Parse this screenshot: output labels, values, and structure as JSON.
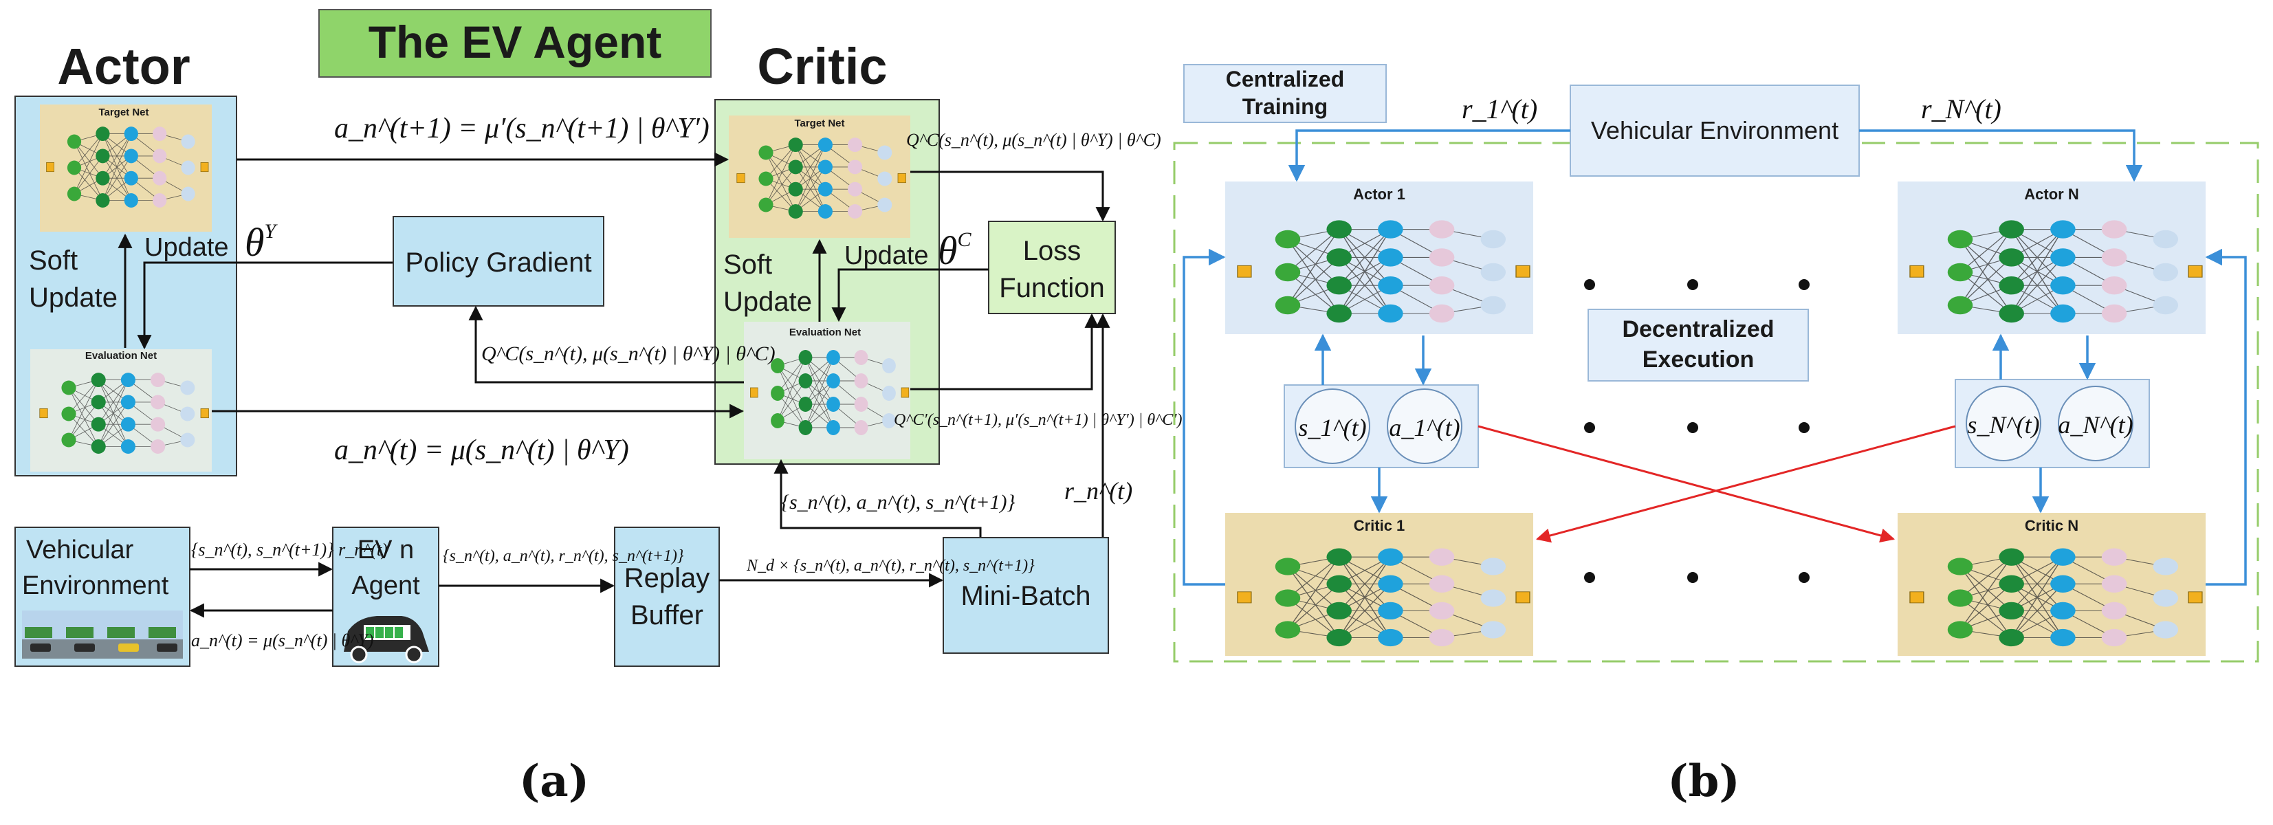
{
  "panel_a": {
    "title": "The EV Agent",
    "actor_title": "Actor",
    "critic_title": "Critic",
    "target_net_label": "Target Net",
    "evaluation_net_label": "Evaluation Net",
    "policy_gradient": "Policy Gradient",
    "loss_function_line1": "Loss",
    "loss_function_line2": "Function",
    "replay_buffer_line1": "Replay",
    "replay_buffer_line2": "Buffer",
    "mini_batch": "Mini-Batch",
    "ev_agent_line1": "EV n",
    "ev_agent_line2": "Agent",
    "vehicular_env_line1": "Vehicular",
    "vehicular_env_line2": "Environment",
    "soft_update_line1": "Soft",
    "soft_update_line2": "Update",
    "update_label": "Update",
    "theta_y": "θ",
    "theta_y_sup": "Y",
    "theta_c": "θ",
    "theta_c_sup": "C",
    "eq_target_action": "a_n^(t+1) = μ′(s_n^(t+1) | θ^Y′)",
    "eq_action": "a_n^(t) = μ(s_n^(t) | θ^Y)",
    "eq_q_target": "Q^C(s_n^(t), μ(s_n^(t) | θ^Y) | θ^C)",
    "eq_q_policy": "Q^C(s_n^(t), μ(s_n^(t) | θ^Y) | θ^C)",
    "eq_q_eval": "Q^C′(s_n^(t+1), μ′(s_n^(t+1) | θ^Y′) | θ^C′)",
    "eq_transition_tuple": "{s_n^(t), a_n^(t), s_n^(t+1)}",
    "eq_reward": "r_n^(t)",
    "eq_env_to_agent": "{s_n^(t), s_n^(t+1)} r_n^(t)",
    "eq_agent_to_env": "a_n^(t) = μ(s_n^(t) | θ^Y)",
    "eq_agent_to_buffer": "{s_n^(t), a_n^(t), r_n^(t), s_n^(t+1)}",
    "eq_buffer_to_batch": "N_d × {s_n^(t), a_n^(t), r_n^(t), s_n^(t+1)}",
    "caption": "(a)"
  },
  "panel_b": {
    "centralized_training_line1": "Centralized",
    "centralized_training_line2": "Training",
    "vehicular_environment": "Vehicular Environment",
    "decentralized_execution_line1": "Decentralized",
    "decentralized_execution_line2": "Execution",
    "actor_1": "Actor  1",
    "actor_n": "Actor  N",
    "critic_1": "Critic  1",
    "critic_n": "Critic  N",
    "reward_1": "r_1^(t)",
    "reward_n": "r_N^(t)",
    "state_1": "s_1^(t)",
    "action_1": "a_1^(t)",
    "state_n": "s_N^(t)",
    "action_n": "a_N^(t)",
    "caption": "(b)"
  },
  "colors": {
    "actor_panel": "#bfe3f3",
    "critic_panel": "#d4f0c8",
    "title_green": "#8fd46a",
    "box_blue": "#bfe3f3",
    "box_green": "#d9f3c6",
    "arrow_blue": "#3b8fd8",
    "cross_red": "#e32626",
    "dashed_green": "#96cc6a",
    "net_parchment": "#ecdcae",
    "net_light": "#dde9f6"
  }
}
